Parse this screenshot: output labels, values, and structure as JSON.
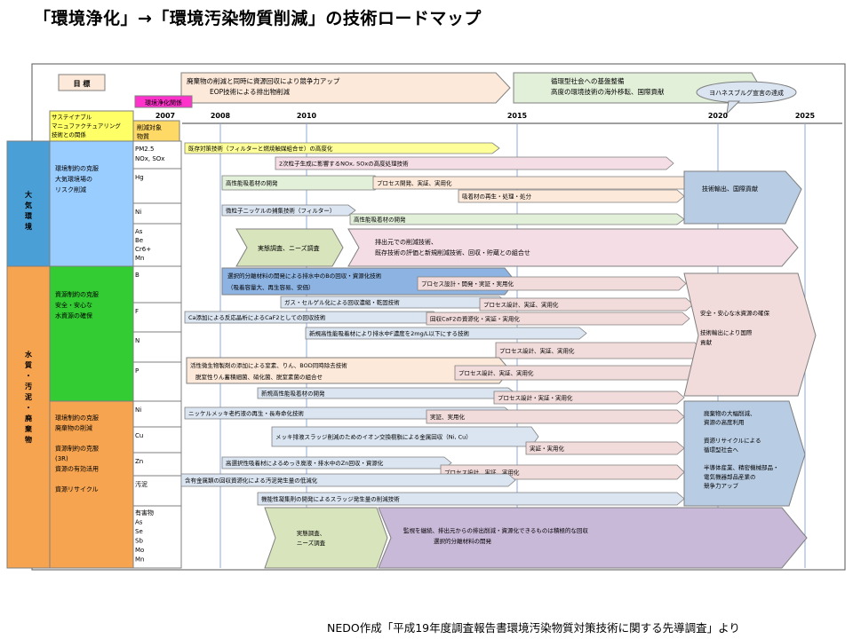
{
  "title": "「環境浄化」→「環境汚染物質削減」の技術ロードマップ",
  "footer": "NEDO作成「平成19年度調査報告書環境汚染物質対策技術に関する先導調査」より",
  "header": {
    "goal_label": "目 標",
    "goal_phase1_line1": "廃棄物の削減と同時に資源回収により競争力アップ",
    "goal_phase1_line2": "EOP技術による排出物削減",
    "goal_phase2_line1": "循環型社会への基盤整備",
    "goal_phase2_line2": "高度の環境技術の海外移転、国際貢献",
    "yohanes": "ヨハネスブルグ宣言の達成",
    "project_tag": "環境浄化関係",
    "col1_header_lines": [
      "サステイナブル",
      "マニュファクチュアリング",
      "技術との関係"
    ],
    "col2_header_lines": [
      "削減対象",
      "物質"
    ]
  },
  "years": [
    "2007",
    "2008",
    "2010",
    "2015",
    "2020",
    "2025"
  ],
  "categories": [
    {
      "key": "air",
      "label": "大気環境",
      "color": "#4a9fd6"
    },
    {
      "key": "water",
      "label": "水質・汚泥・廃棄物",
      "color": "#f7a450"
    }
  ],
  "sustain_blocks": [
    {
      "key": "air-risk",
      "lines": [
        "環境制約の克服",
        "大気環境場の",
        "リスク削減"
      ]
    },
    {
      "key": "water-safety",
      "lines": [
        "資源制約の克服",
        "安全・安心な",
        "水資源の確保"
      ]
    },
    {
      "key": "waste",
      "lines": [
        "環境制約の克服",
        "廃棄物の削減",
        "",
        "資源制約の克服",
        "(3R)",
        "資源の有効活用",
        "",
        "資源リサイクル"
      ]
    }
  ],
  "substances": [
    {
      "key": "pm",
      "label": "PM2.5 NOx, SOx"
    },
    {
      "key": "hg",
      "label": "Hg"
    },
    {
      "key": "ni-air",
      "label": "Ni"
    },
    {
      "key": "as-air",
      "label": "As Be Cr6+ Mn"
    },
    {
      "key": "b",
      "label": "B"
    },
    {
      "key": "f",
      "label": "F"
    },
    {
      "key": "n",
      "label": "N"
    },
    {
      "key": "p",
      "label": "P"
    },
    {
      "key": "ni-w",
      "label": "Ni"
    },
    {
      "key": "cu",
      "label": "Cu"
    },
    {
      "key": "zn",
      "label": "Zn"
    },
    {
      "key": "sludge",
      "label": "汚泥"
    },
    {
      "key": "toxic",
      "label": "有害物 As Se Sb Mo Mn"
    }
  ],
  "bars": [
    {
      "key": "b1",
      "text": "既存対策技術（フィルターと燃焼触媒組合せ）の高度化",
      "color": "#ffff99"
    },
    {
      "key": "b2",
      "text": "2次粒子生成に影響するNOx, SOxの高度処理技術",
      "color": "#f5dde6"
    },
    {
      "key": "b3",
      "text": "高性能吸着材の開発",
      "color": "#e2efd9"
    },
    {
      "key": "b4",
      "text": "プロセス開発、実証、実用化",
      "color": "#fde9d9"
    },
    {
      "key": "b5",
      "text": "吸着材の再生・処理・処分",
      "color": "#fde9d9"
    },
    {
      "key": "b6",
      "text": "微粒子ニッケルの捕集技術（フィルター）",
      "color": "#dbe5f1"
    },
    {
      "key": "b7",
      "text": "高性能吸着材の開発",
      "color": "#e2efd9"
    },
    {
      "key": "b8",
      "text": "実態調査、ニーズ調査",
      "color": "#d8e4bc"
    },
    {
      "key": "b9a",
      "text": "排出元での削減技術、",
      "color": "#f5dde6"
    },
    {
      "key": "b9b",
      "text": "既存技術の評価と新規削減技術、回収・貯蔵との組合せ",
      "color": "#f5dde6"
    },
    {
      "key": "b10a",
      "text": "選択的分離材料の開発による排水中のBの回収・資源化技術",
      "color": "#8db3e2"
    },
    {
      "key": "b10b",
      "text": "（吸着容量大、再生容易、安価）",
      "color": "#8db3e2"
    },
    {
      "key": "b11",
      "text": "プロセス設計・開発・実証・実用化",
      "color": "#f2dcdb"
    },
    {
      "key": "b12",
      "text": "ガス・セルゲル化による回収濃縮・乾固技術",
      "color": "#dbe5f1"
    },
    {
      "key": "b13",
      "text": "プロセス設計、実証、実用化",
      "color": "#f2dcdb"
    },
    {
      "key": "b14",
      "text": "Ca添加による反応晶析によるCaF2としての回収技術",
      "color": "#dbe5f1"
    },
    {
      "key": "b15",
      "text": "回収CaF2の資源化・実証・実用化",
      "color": "#f2dcdb"
    },
    {
      "key": "b16",
      "text": "新規高性能吸着材により排水中F濃度を2mg/L以下にする技術",
      "color": "#dbe5f1"
    },
    {
      "key": "b17",
      "text": "プロセス設計、実証、実用化",
      "color": "#f2dcdb"
    },
    {
      "key": "b18a",
      "text": "活性微生物製剤の添加による窒素、りん、BOD同時除去技術",
      "color": "#fde9d9"
    },
    {
      "key": "b18b",
      "text": "脱窒性りん蓄積細菌、硝化菌、脱窒素菌の組合せ",
      "color": "#fde9d9"
    },
    {
      "key": "b19",
      "text": "プロセス設計、実証、実用化",
      "color": "#f2dcdb"
    },
    {
      "key": "b20",
      "text": "新規高性能吸着材の開発",
      "color": "#dbe5f1"
    },
    {
      "key": "b21",
      "text": "プロセス設計・実証・実用化",
      "color": "#f2dcdb"
    },
    {
      "key": "b22",
      "text": "ニッケルメッキ老朽液の再生・長寿命化技術",
      "color": "#dbe5f1"
    },
    {
      "key": "b23",
      "text": "実証、実用化",
      "color": "#f2dcdb"
    },
    {
      "key": "b24",
      "text": "メッキ排液スラッジ削減のためのイオン交換樹脂による金属回収（Ni, Cu）",
      "color": "#dbe5f1"
    },
    {
      "key": "b25",
      "text": "実証・実用化",
      "color": "#f2dcdb"
    },
    {
      "key": "b26",
      "text": "高選択性吸着材によるめっき廃液・排水中のZn回収・資源化",
      "color": "#dbe5f1"
    },
    {
      "key": "b27",
      "text": "プロセス設計、実証、実用化",
      "color": "#f2dcdb"
    },
    {
      "key": "b28",
      "text": "含有金属類の回収資源化による汚泥発生量の低減化",
      "color": "#dbe5f1"
    },
    {
      "key": "b29",
      "text": "機能性凝集剤の開発によるスラッジ発生量の削減技術",
      "color": "#dbe5f1"
    },
    {
      "key": "b30a",
      "text": "実態調査、",
      "color": "#d8e4bc"
    },
    {
      "key": "b30b",
      "text": "ニーズ調査",
      "color": "#d8e4bc"
    },
    {
      "key": "b31a",
      "text": "監視を継続、排出元からの排出削減・資源化できるものは積極的な回収",
      "color": "#c9b9d9"
    },
    {
      "key": "b31b",
      "text": "選択的分離材料の開発",
      "color": "#c9b9d9"
    }
  ],
  "outcomes": [
    {
      "key": "o-air",
      "lines": [
        "技術輸出、国際貢献"
      ]
    },
    {
      "key": "o-water",
      "lines": [
        "安全・安心な水資源の確保",
        "",
        "技術輸出により国際",
        "貢献"
      ]
    },
    {
      "key": "o-waste",
      "lines": [
        "廃棄物の大幅削減、",
        "資源の高度利用",
        "",
        "資源リサイクルによる",
        "循環型社会へ",
        "",
        "半導体産業、精密機械部品・",
        "電気機器部品産業の",
        "競争力アップ"
      ]
    }
  ]
}
